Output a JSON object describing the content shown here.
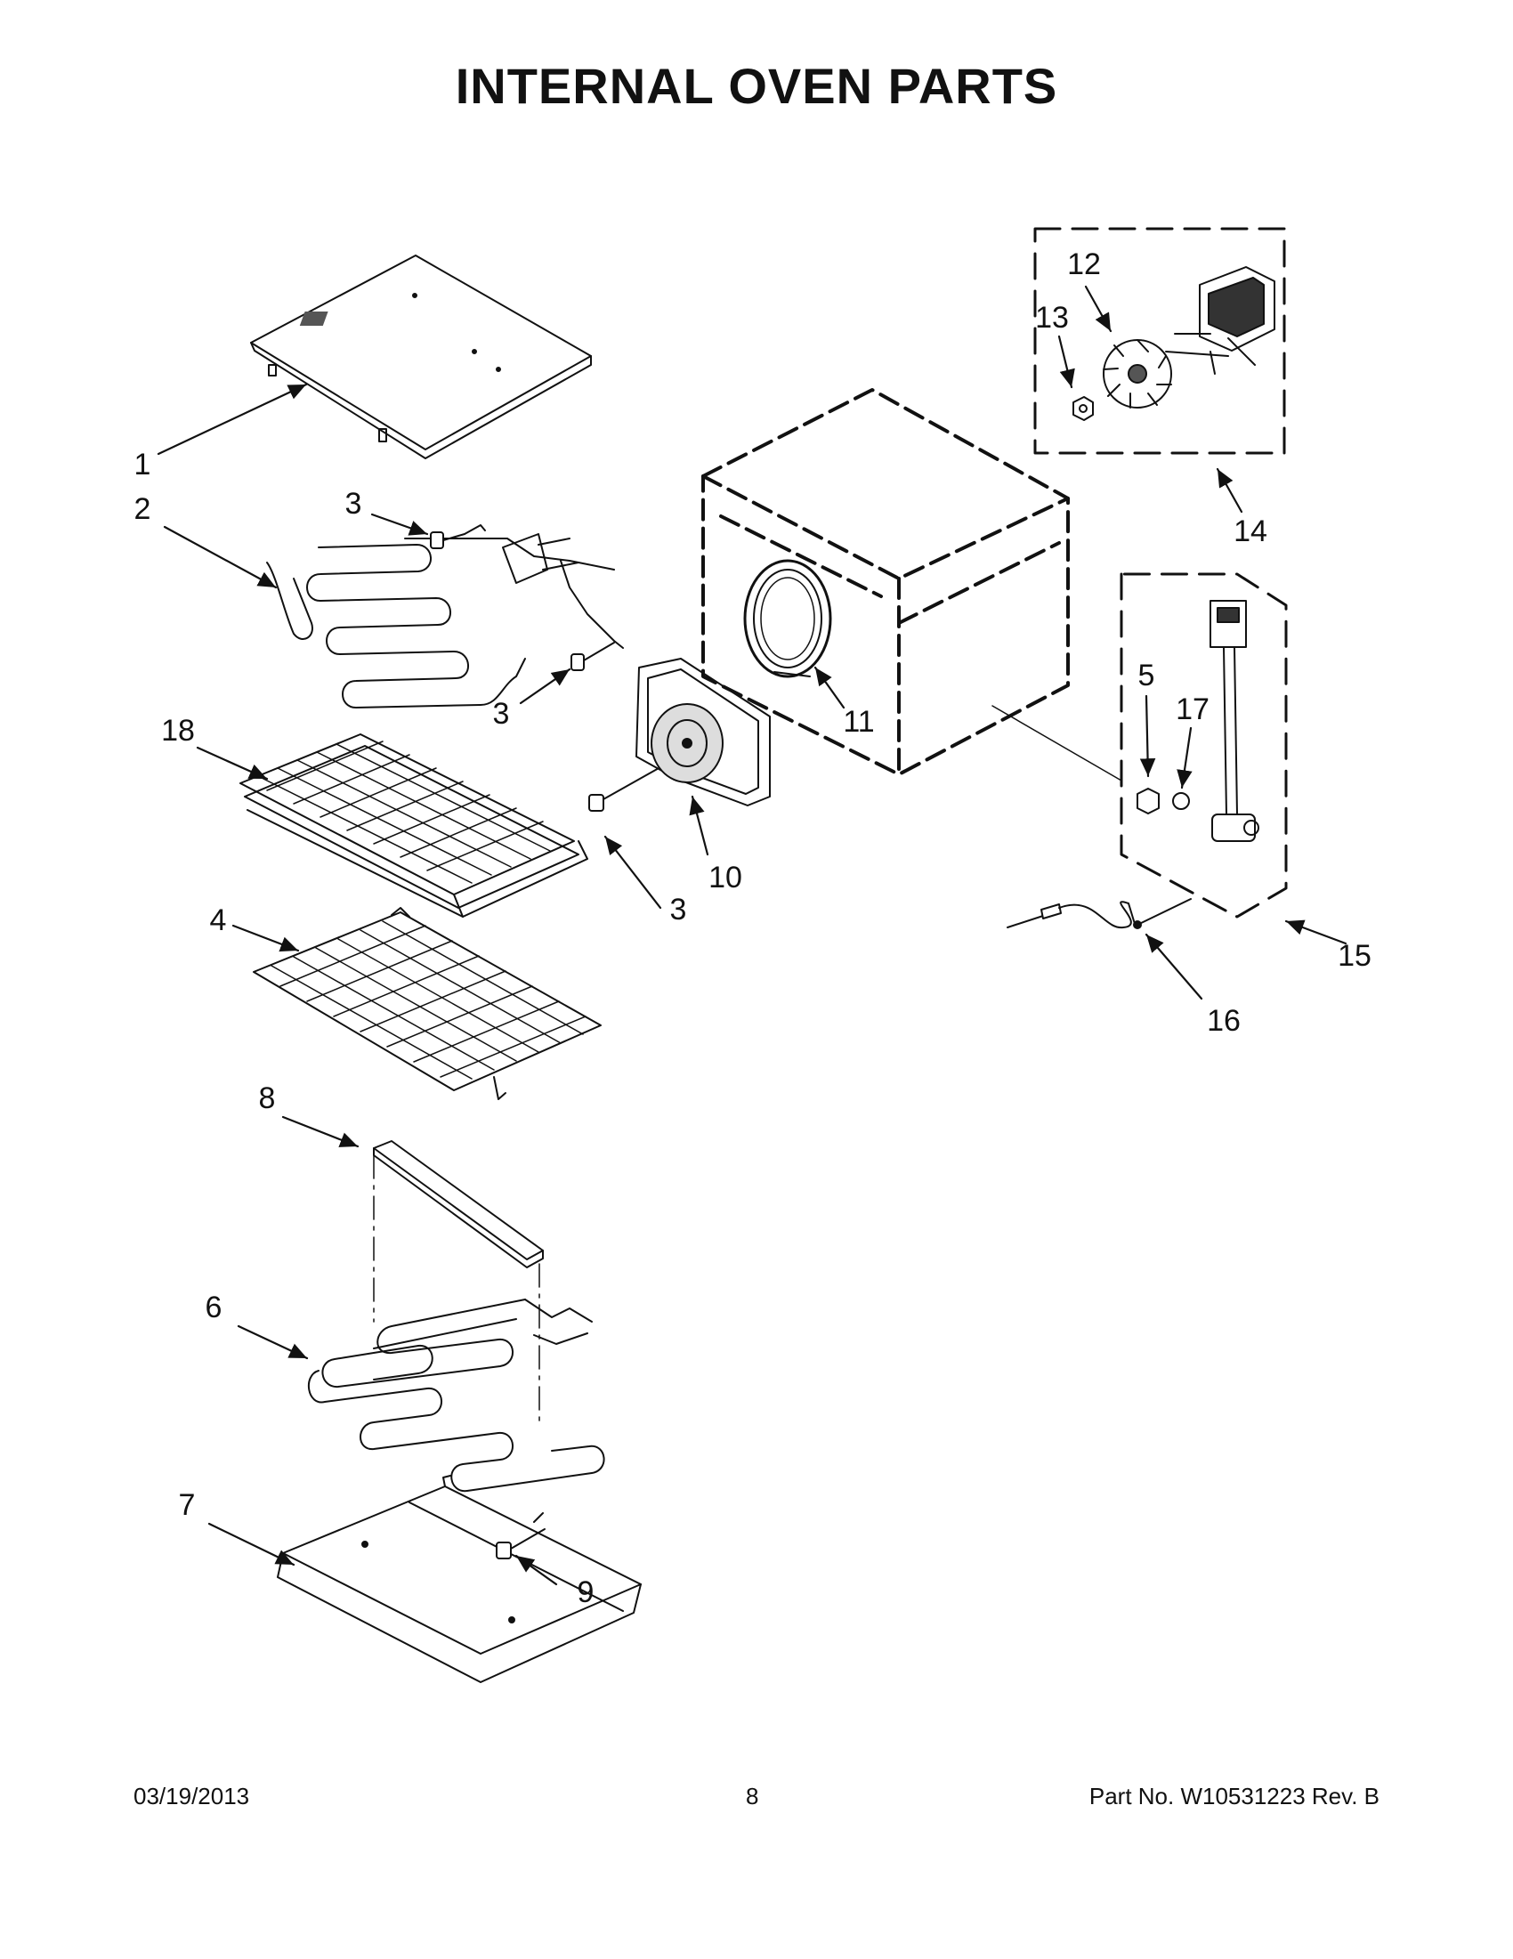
{
  "title": "INTERNAL OVEN PARTS",
  "callouts": [
    {
      "id": "c1",
      "label": "1"
    },
    {
      "id": "c2",
      "label": "2"
    },
    {
      "id": "c3a",
      "label": "3"
    },
    {
      "id": "c3b",
      "label": "3"
    },
    {
      "id": "c3c",
      "label": "3"
    },
    {
      "id": "c4",
      "label": "4"
    },
    {
      "id": "c5",
      "label": "5"
    },
    {
      "id": "c6",
      "label": "6"
    },
    {
      "id": "c7",
      "label": "7"
    },
    {
      "id": "c8",
      "label": "8"
    },
    {
      "id": "c9",
      "label": "9"
    },
    {
      "id": "c10",
      "label": "10"
    },
    {
      "id": "c11",
      "label": "11"
    },
    {
      "id": "c12",
      "label": "12"
    },
    {
      "id": "c13",
      "label": "13"
    },
    {
      "id": "c14",
      "label": "14"
    },
    {
      "id": "c15",
      "label": "15"
    },
    {
      "id": "c16",
      "label": "16"
    },
    {
      "id": "c17",
      "label": "17"
    },
    {
      "id": "c18",
      "label": "18"
    }
  ],
  "footer": {
    "date": "03/19/2013",
    "page": "8",
    "part_no": "Part No.  W10531223  Rev.  B"
  }
}
